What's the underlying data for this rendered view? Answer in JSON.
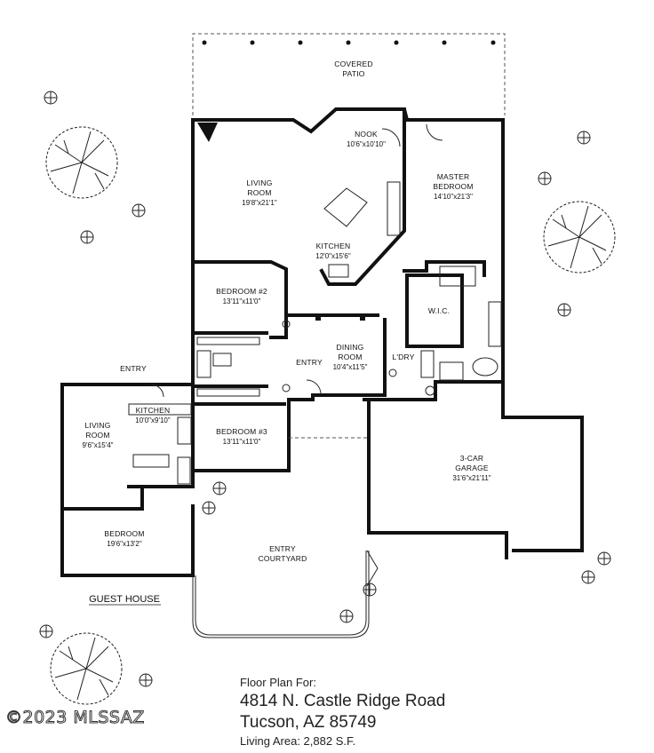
{
  "rooms": {
    "covered_patio": {
      "line1": "COVERED",
      "line2": "PATIO"
    },
    "nook": {
      "name": "NOOK",
      "dims": "10'6\"x10'10\""
    },
    "living_room": {
      "line1": "LIVING",
      "line2": "ROOM",
      "dims": "19'8\"x21'1\""
    },
    "master_bedroom": {
      "line1": "MASTER",
      "line2": "BEDROOM",
      "dims": "14'10\"x21'3\""
    },
    "kitchen": {
      "name": "KITCHEN",
      "dims": "12'0\"x15'6\""
    },
    "bedroom_2": {
      "name": "BEDROOM #2",
      "dims": "13'11\"x11'0\""
    },
    "wic": {
      "name": "W.I.C."
    },
    "dining_room": {
      "line1": "DINING",
      "line2": "ROOM",
      "dims": "10'4\"x11'5\""
    },
    "entry_main": {
      "name": "ENTRY"
    },
    "laundry": {
      "name": "L'DRY"
    },
    "entry_guest": {
      "name": "ENTRY"
    },
    "guest_kitchen": {
      "name": "KITCHEN",
      "dims": "10'0\"x9'10\""
    },
    "guest_living_room": {
      "line1": "LIVING",
      "line2": "ROOM",
      "dims": "9'6\"x15'4\""
    },
    "bedroom_3": {
      "name": "BEDROOM #3",
      "dims": "13'11\"x11'0\""
    },
    "garage": {
      "line1": "3-CAR",
      "line2": "GARAGE",
      "dims": "31'6\"x21'11\""
    },
    "guest_bedroom": {
      "name": "BEDROOM",
      "dims": "19'6\"x13'2\""
    },
    "entry_courtyard": {
      "line1": "ENTRY",
      "line2": "COURTYARD"
    }
  },
  "guest_house_label": "GUEST HOUSE",
  "info": {
    "heading": "Floor Plan For:",
    "address_line1": "4814 N. Castle Ridge Road",
    "address_line2": "Tucson, AZ 85749",
    "living_area": "Living Area:  2,882 S.F."
  },
  "copyright": "©2023 MLSSAZ",
  "colors": {
    "ink": "#111111",
    "background": "#ffffff"
  }
}
